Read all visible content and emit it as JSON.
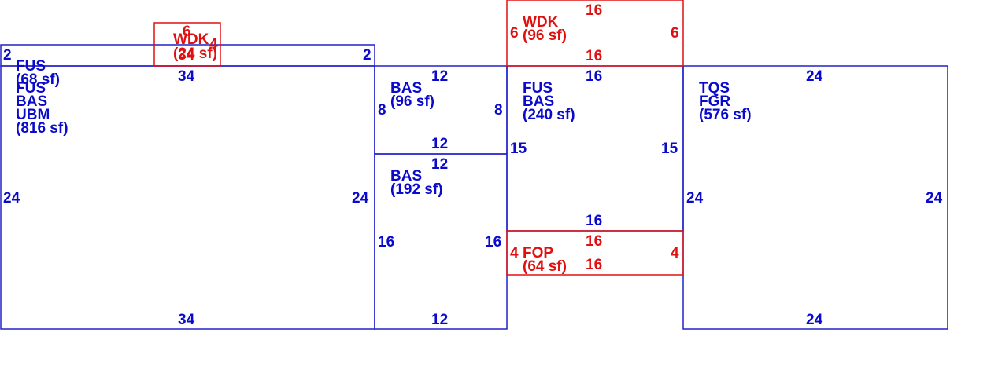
{
  "colors": {
    "main": "#2222cc",
    "text_main": "#0a0acc",
    "addition": "#e01010"
  },
  "areas": [
    {
      "id": "fus-68",
      "color": "main",
      "lines": [
        "FUS",
        "(68 sf)"
      ]
    },
    {
      "id": "fus-bas-ubm-816",
      "color": "main",
      "lines": [
        "FUS",
        "BAS",
        "UBM",
        "(816 sf)"
      ]
    },
    {
      "id": "wdk-24",
      "color": "addition",
      "lines": [
        "WDK",
        "(24 sf)"
      ]
    },
    {
      "id": "bas-96",
      "color": "main",
      "lines": [
        "BAS",
        "(96 sf)"
      ]
    },
    {
      "id": "bas-192",
      "color": "main",
      "lines": [
        "BAS",
        "(192 sf)"
      ]
    },
    {
      "id": "wdk-96",
      "color": "addition",
      "lines": [
        "WDK",
        "(96 sf)"
      ]
    },
    {
      "id": "fus-bas-240",
      "color": "main",
      "lines": [
        "FUS",
        "BAS",
        "(240 sf)"
      ]
    },
    {
      "id": "fop-64",
      "color": "addition",
      "lines": [
        "FOP",
        "(64 sf)"
      ]
    },
    {
      "id": "tqs-fgr-576",
      "color": "main",
      "lines": [
        "TQS",
        "FGR",
        "(576 sf)"
      ]
    }
  ],
  "dimensions": {
    "fus68_left": "2",
    "fus68_right": "2",
    "wdk24_top": "6",
    "wdk24_side": "4",
    "wdk24_bottom": "34",
    "main_top": "34",
    "main_left": "24",
    "main_right": "24",
    "main_bottom": "34",
    "bas96_top": "12",
    "bas96_left": "8",
    "bas96_right": "8",
    "bas96_bottom": "12",
    "bas192_top": "12",
    "bas192_left": "16",
    "bas192_right": "16",
    "bas192_bottom": "12",
    "wdk96_top": "16",
    "wdk96_left": "6",
    "wdk96_right": "6",
    "wdk96_bottom": "16",
    "fus240_top": "16",
    "fus240_left": "15",
    "fus240_right": "15",
    "fus240_bottom": "16",
    "fop_top": "16",
    "fop_left": "4",
    "fop_right": "4",
    "fop_bottom": "16",
    "tqs_top": "24",
    "tqs_left": "24",
    "tqs_right": "24",
    "tqs_bottom": "24"
  }
}
